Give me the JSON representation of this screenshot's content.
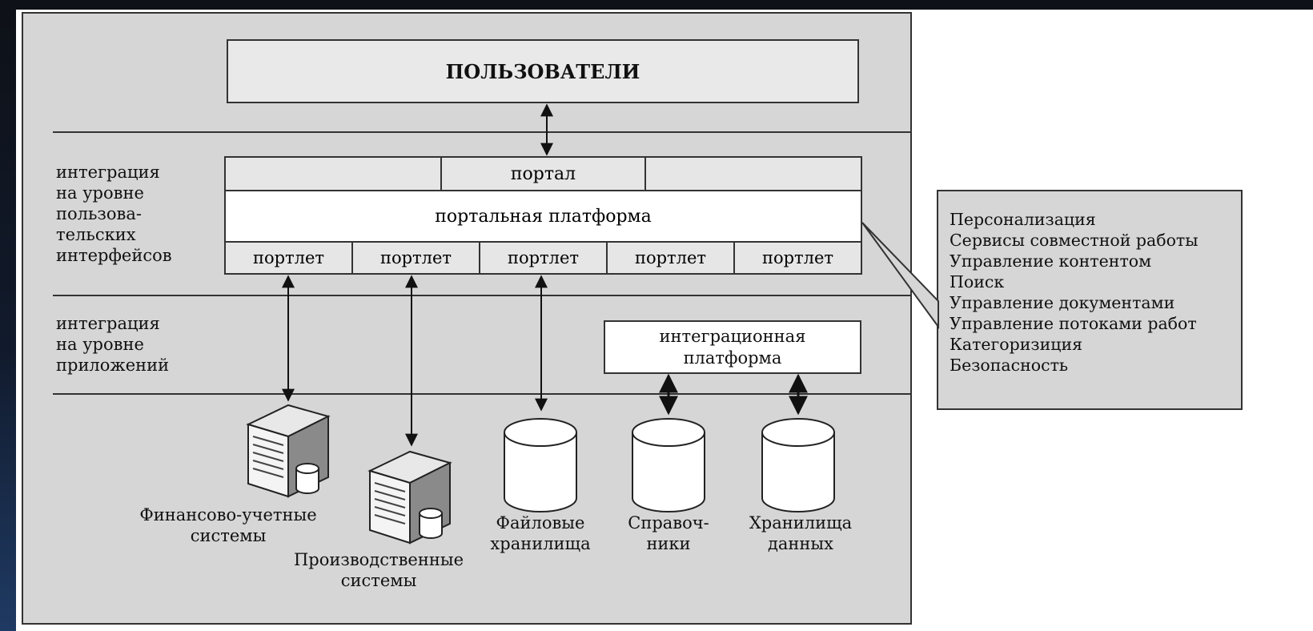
{
  "users": "ПОЛЬЗОВАТЕЛИ",
  "portal": "портал",
  "portal_platform": "портальная платформа",
  "portlets": [
    "портлет",
    "портлет",
    "портлет",
    "портлет",
    "портлет"
  ],
  "ui_integration_label": "интеграция\nна уровне\nпользова-\nтельских\nинтерфейсов",
  "app_integration_label": "интеграция\nна уровне\nприложений",
  "integration_platform": "интеграционная\nплатформа",
  "features": [
    "Персонализация",
    "Сервисы совместной работы",
    "Управление контентом",
    "Поиск",
    "Управление документами",
    "Управление потоками работ",
    "Категоризиция",
    "Безопасность"
  ],
  "systems": {
    "finance": "Финансово-учетные\nсистемы",
    "production": "Производственные\nсистемы",
    "files": "Файловые\nхранилища",
    "directories": "Справоч-\nники",
    "warehouses": "Хранилища\nданных"
  }
}
